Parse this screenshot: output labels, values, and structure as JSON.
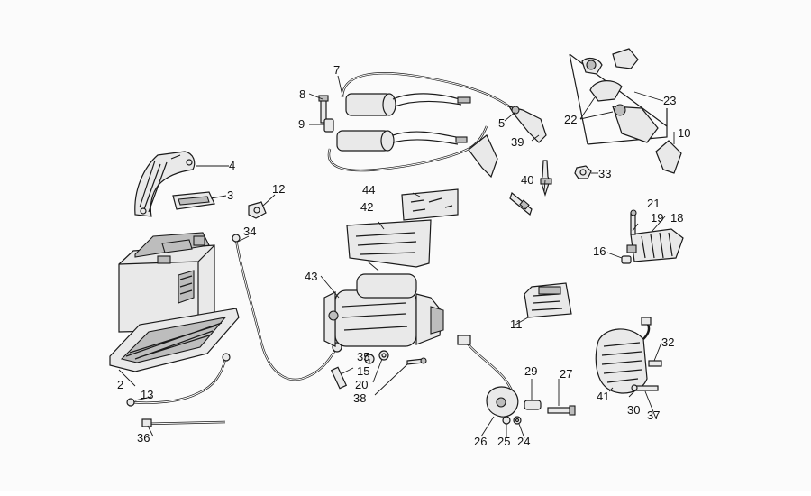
{
  "labels": {
    "l2": "2",
    "l3": "3",
    "l4": "4",
    "l5": "5",
    "l7": "7",
    "l8": "8",
    "l9": "9",
    "l10": "10",
    "l11": "11",
    "l12": "12",
    "l13": "13",
    "l15": "15",
    "l16": "16",
    "l18": "18",
    "l19": "19",
    "l20": "20",
    "l21": "21",
    "l22": "22",
    "l23": "23",
    "l24": "24",
    "l25": "25",
    "l26": "26",
    "l27": "27",
    "l29": "29",
    "l30": "30",
    "l32": "32",
    "l33": "33",
    "l34": "34",
    "l35": "35",
    "l36": "36",
    "l37": "37",
    "l38": "38",
    "l39": "39",
    "l40": "40",
    "l41": "41",
    "l42": "42",
    "l43": "43",
    "l44": "44"
  }
}
